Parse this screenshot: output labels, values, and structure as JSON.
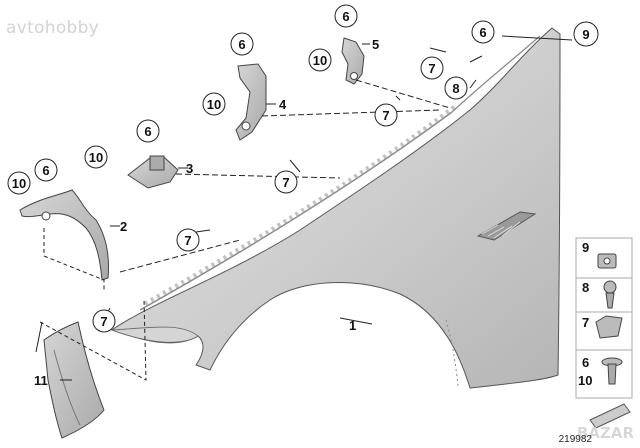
{
  "watermark": "avtohobby",
  "brand_watermark": "BAZAR",
  "diagram_ref": "219982",
  "callouts": {
    "c1": "1",
    "c2": "2",
    "c3": "3",
    "c4": "4",
    "c5": "5",
    "c6a": "6",
    "c6b": "6",
    "c6c": "6",
    "c6d": "6",
    "c6e": "6",
    "c7a": "7",
    "c7b": "7",
    "c7c": "7",
    "c7d": "7",
    "c7e": "7",
    "c8": "8",
    "c9": "9",
    "c10a": "10",
    "c10b": "10",
    "c10c": "10",
    "c10d": "10",
    "c11": "11"
  },
  "legend": {
    "l9": "9",
    "l8": "8",
    "l7": "7",
    "l6": "6",
    "l10": "10"
  },
  "colors": {
    "fender": "#c9c9c9",
    "bracket": "#bdbdbd",
    "line": "#222222"
  }
}
